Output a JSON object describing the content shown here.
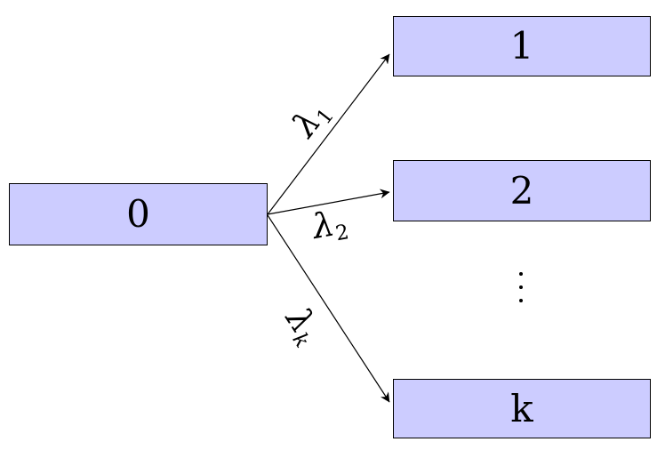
{
  "figure": {
    "background_color": "#ffffff",
    "node_fill_color": "#ccccff",
    "node_border_color": "#000000",
    "line_color": "#000000",
    "nodes": [
      {
        "id": "0",
        "label": "0"
      },
      {
        "id": "1",
        "label": "1"
      },
      {
        "id": "2",
        "label": "2"
      },
      {
        "id": "k",
        "label": "k"
      }
    ],
    "edges": [
      {
        "from": "0",
        "to": "1",
        "label_base": "λ",
        "label_sub": "1"
      },
      {
        "from": "0",
        "to": "2",
        "label_base": "λ",
        "label_sub": "2"
      },
      {
        "from": "0",
        "to": "k",
        "label_base": "λ",
        "label_sub": "k"
      }
    ],
    "ellipsis": "⋮"
  }
}
